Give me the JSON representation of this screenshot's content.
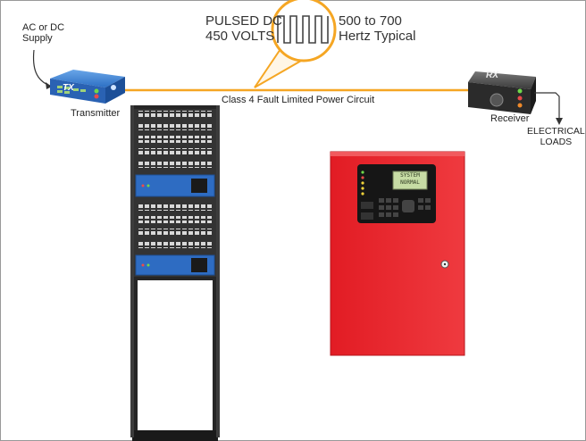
{
  "supply": {
    "line1": "AC or DC",
    "line2": "Supply"
  },
  "transmitter": {
    "badge": "TX",
    "label": "Transmitter"
  },
  "receiver": {
    "badge": "RX",
    "label": "Receiver"
  },
  "loads": {
    "line1": "ELECTRICAL",
    "line2": "LOADS"
  },
  "pulse": {
    "line1": "PULSED DC",
    "line2": "450 VOLTS",
    "freq1": "500 to 700",
    "freq2": "Hertz Typical"
  },
  "circuit": {
    "label": "Class 4 Fault Limited Power Circuit"
  },
  "fire_panel": {
    "lcd1": "SYSTEM",
    "lcd2": "NORMAL"
  },
  "colors": {
    "cable": "#f5a623",
    "panel_red": "#e8232a",
    "rack": "#2a2a2a"
  }
}
